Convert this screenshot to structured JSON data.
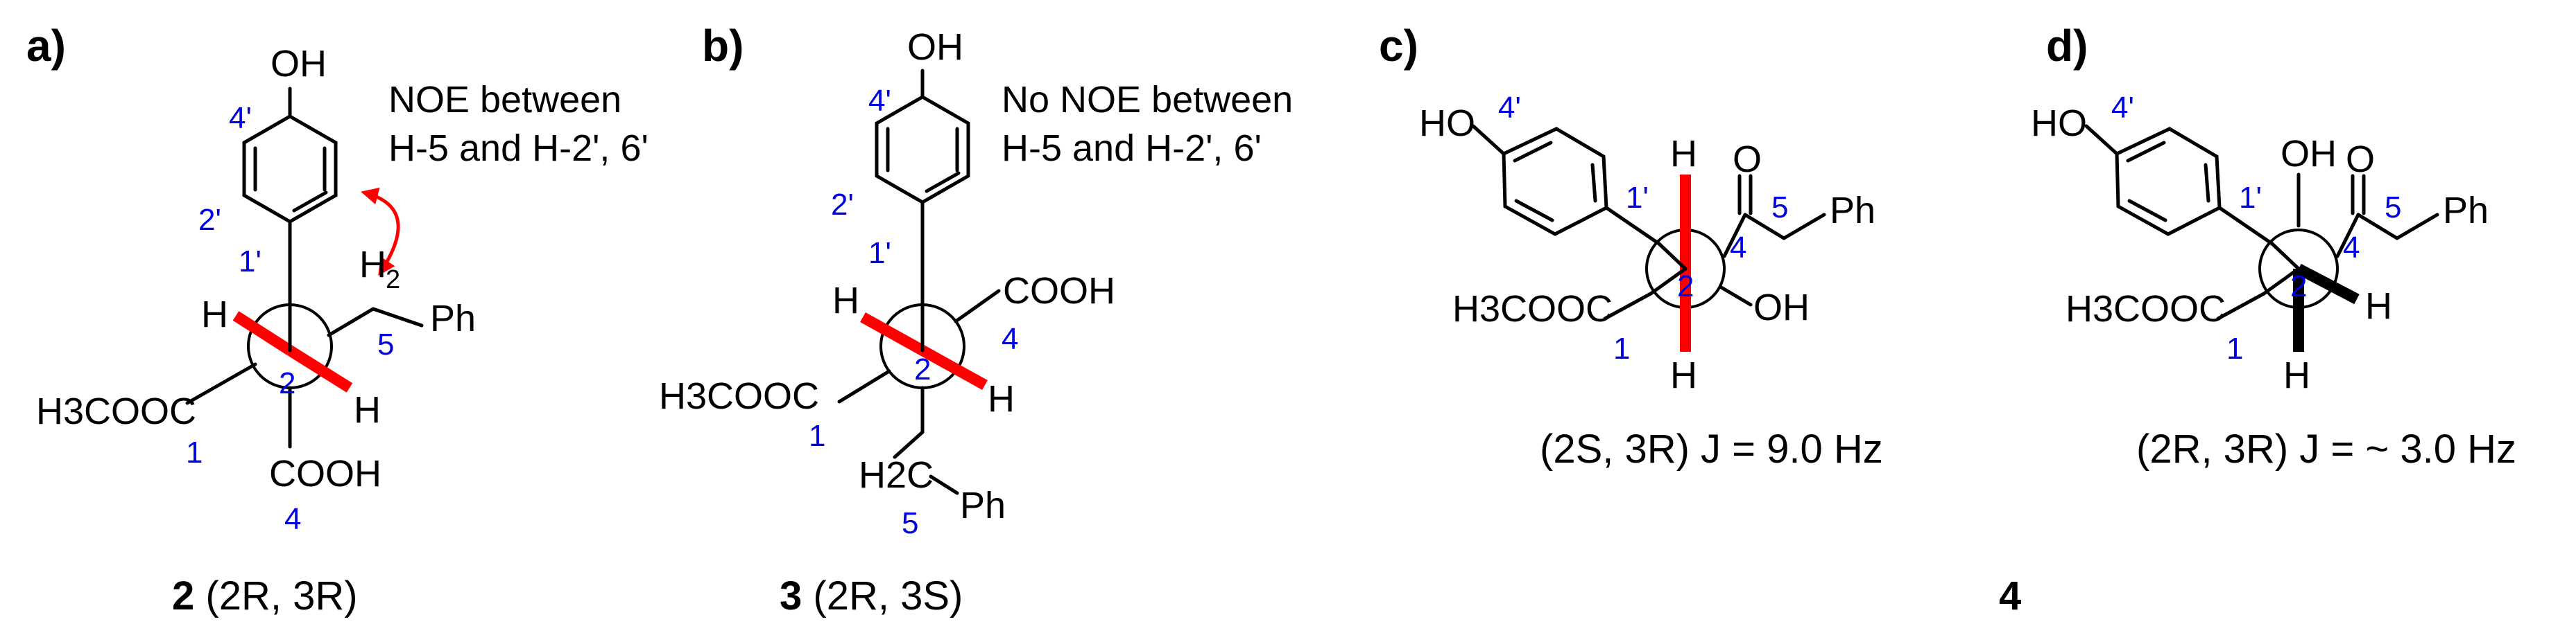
{
  "panels": {
    "a": {
      "label": "a)",
      "note_line1": "NOE between",
      "note_line2": "H-5 and H-2', 6'",
      "caption_bold": "2",
      "caption_rest": "(2R, 3R)",
      "atoms": {
        "oh": "OH",
        "h_left": "H",
        "h_right": "H",
        "ch2_h": "H",
        "ch2_sub": "2",
        "ph": "Ph",
        "ester": "H3COOC",
        "acid": "COOH"
      },
      "numbers": {
        "n4p": "4'",
        "n2p": "2'",
        "n1p": "1'",
        "n5": "5",
        "n2": "2",
        "n1": "1",
        "n4": "4"
      }
    },
    "b": {
      "label": "b)",
      "note_line1": "No NOE between",
      "note_line2": "H-5 and H-2', 6'",
      "caption_bold": "3",
      "caption_rest": "(2R, 3S)",
      "atoms": {
        "oh": "OH",
        "h_left": "H",
        "h_right": "H",
        "ch2": "H2C",
        "ph": "Ph",
        "ester": "H3COOC",
        "acid": "COOH"
      },
      "numbers": {
        "n4p": "4'",
        "n2p": "2'",
        "n1p": "1'",
        "n4": "4",
        "n2": "2",
        "n1": "1",
        "n5": "5"
      }
    },
    "c": {
      "label": "c)",
      "caption": "(2S, 3R) J = 9.0 Hz",
      "atoms": {
        "ho": "HO",
        "h_top": "H",
        "h_bottom": "H",
        "o": "O",
        "ph": "Ph",
        "ester": "H3COOC",
        "oh": "OH"
      },
      "numbers": {
        "n4p": "4'",
        "n1p": "1'",
        "n5": "5",
        "n4": "4",
        "n2": "2",
        "n1": "1"
      }
    },
    "d": {
      "label": "d)",
      "caption": "(2R, 3R) J = ~ 3.0 Hz",
      "atoms": {
        "ho": "HO",
        "oh": "OH",
        "o": "O",
        "ph": "Ph",
        "ester": "H3COOC",
        "h_right": "H",
        "h_bottom": "H"
      },
      "numbers": {
        "n4p": "4'",
        "n1p": "1'",
        "n5": "5",
        "n4": "4",
        "n2": "2",
        "n1": "1"
      }
    }
  },
  "bottom_label": "4"
}
